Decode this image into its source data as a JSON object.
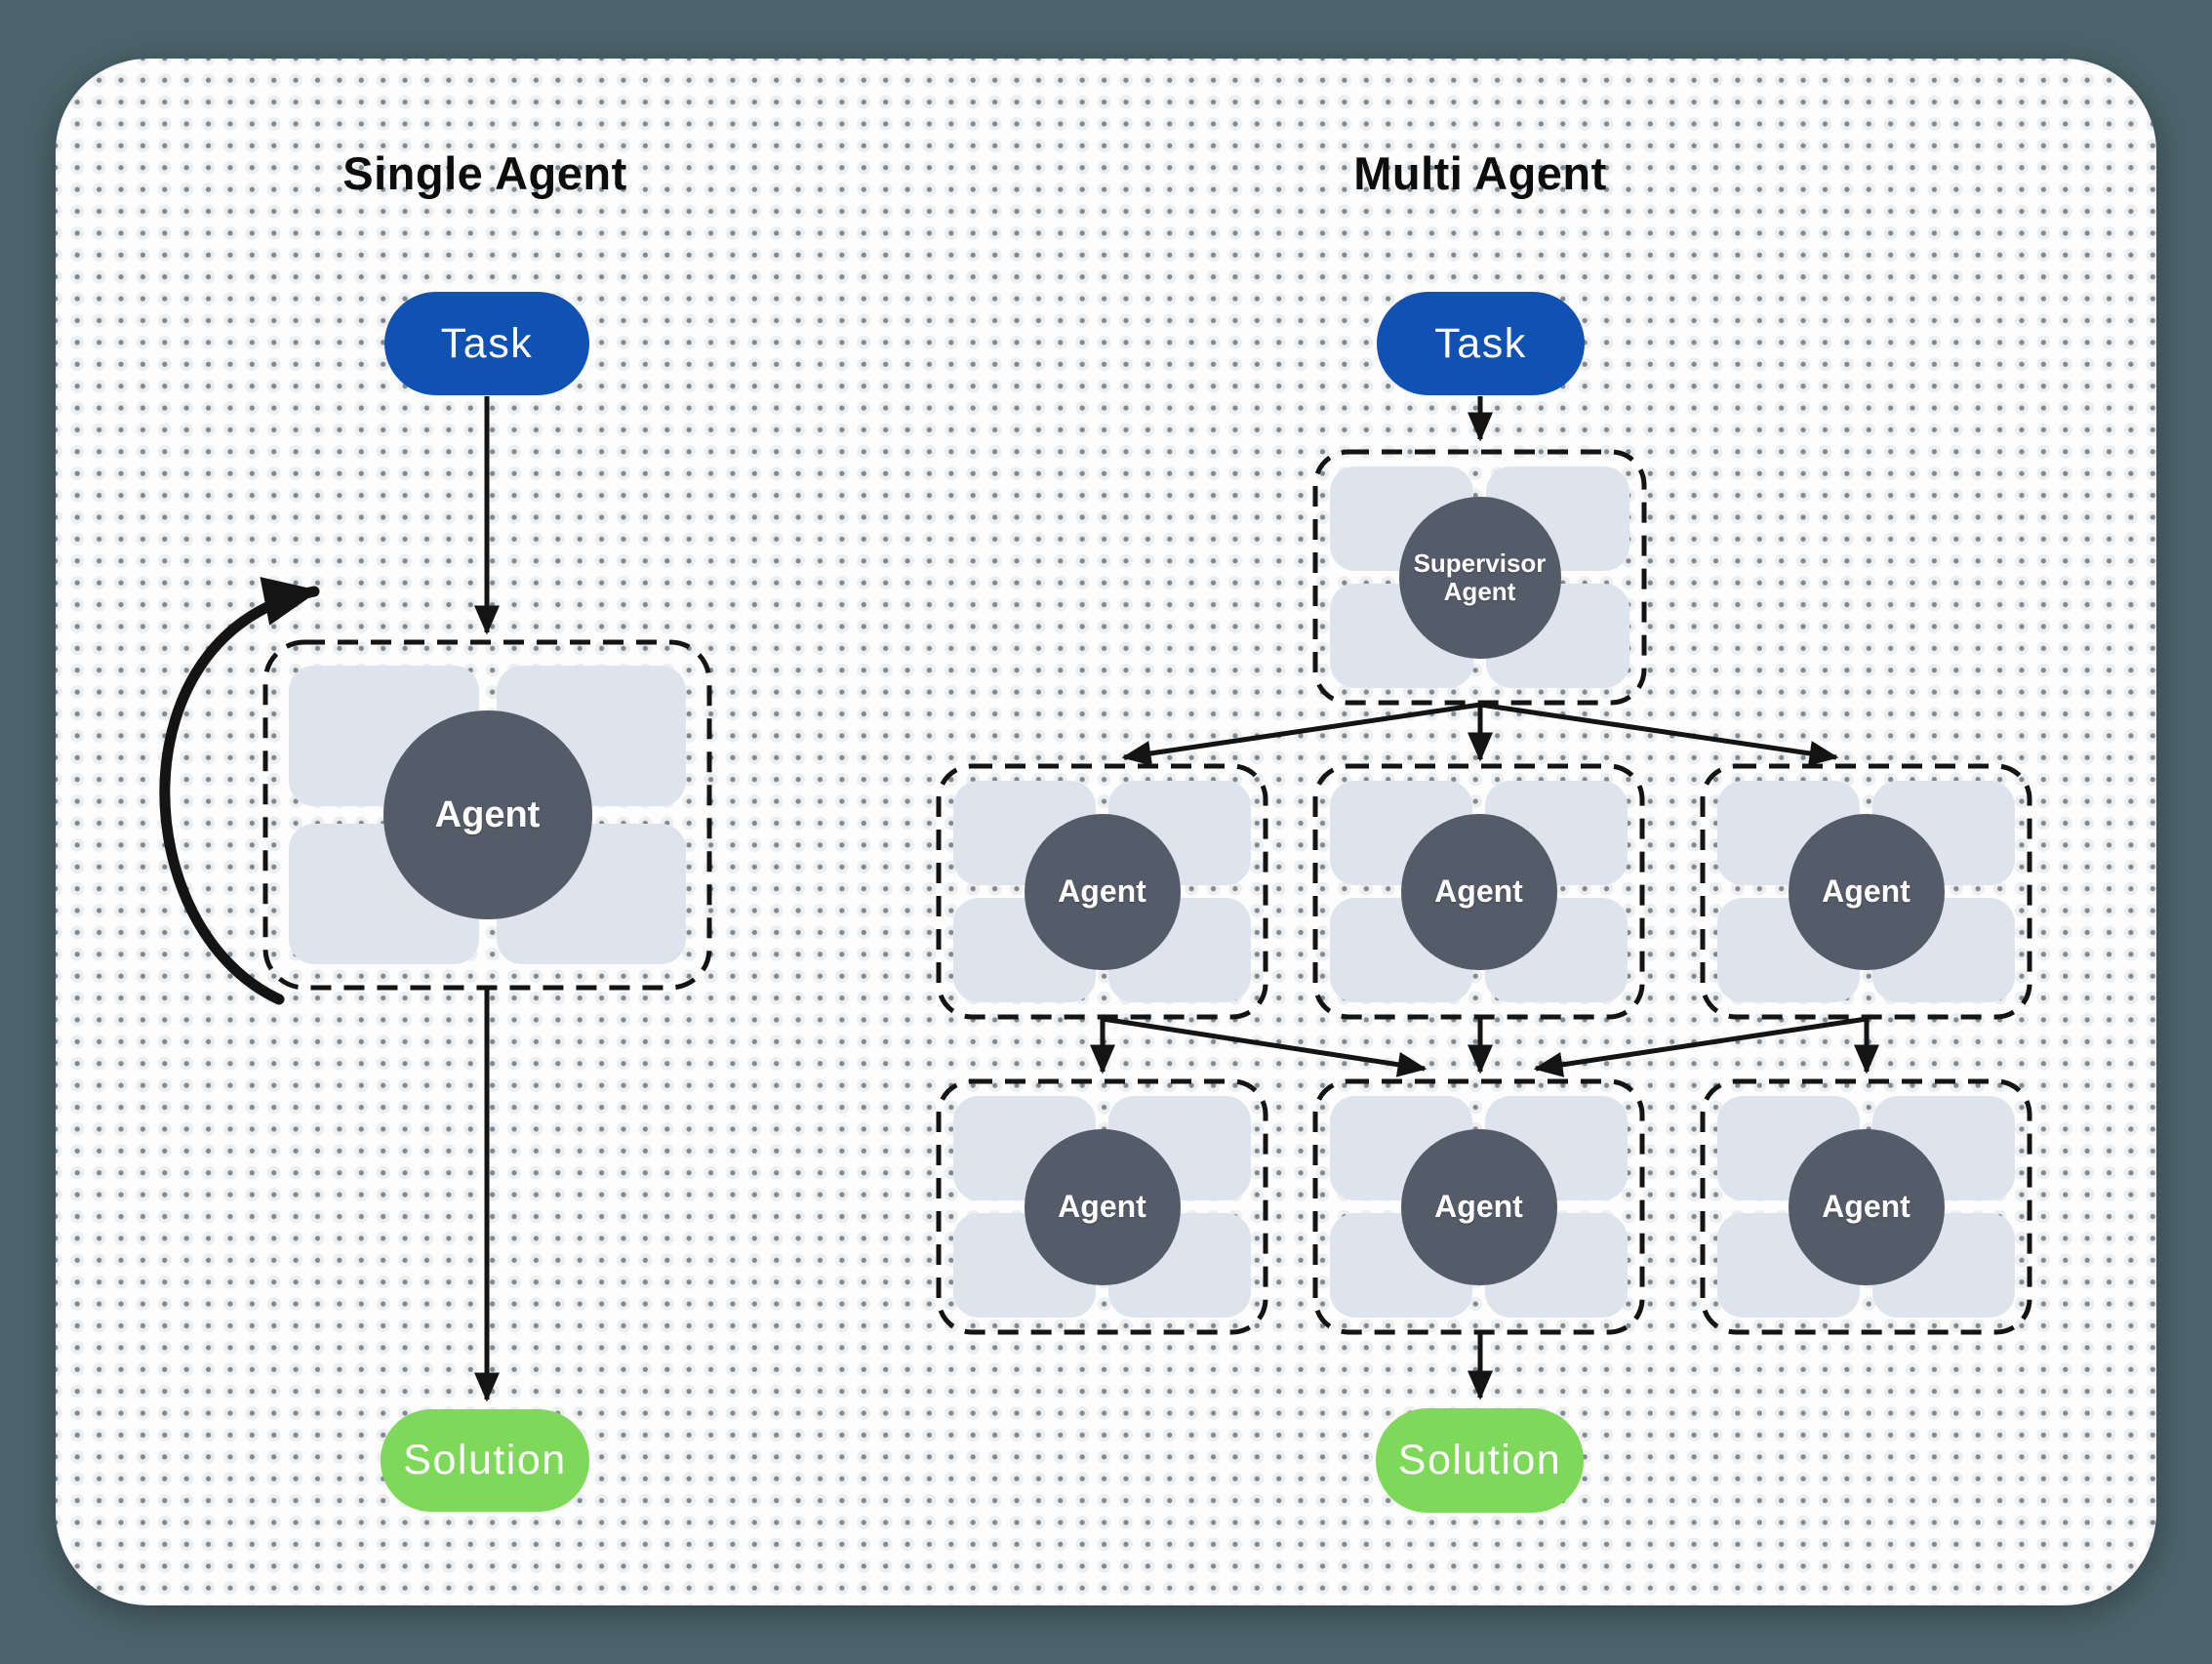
{
  "titles": {
    "single": "Single Agent",
    "multi": "Multi Agent"
  },
  "nodes": {
    "task_left": "Task",
    "task_right": "Task",
    "solution_left": "Solution",
    "solution_right": "Solution",
    "agent_single": "Agent",
    "supervisor_line1": "Supervisor",
    "supervisor_line2": "Agent",
    "agents_row1": [
      "Agent",
      "Agent",
      "Agent"
    ],
    "agents_row2": [
      "Agent",
      "Agent",
      "Agent"
    ]
  },
  "colors": {
    "outer_bg": "#4c646c",
    "card_bg": "#fdfdfd",
    "task_fill": "#0f52b4",
    "solution_fill": "#7ed859",
    "agent_circle": "#555c69",
    "quad_rect": "#dee4ed",
    "line": "#141414",
    "text_light": "#ffffff",
    "title_text": "#0d0d0d"
  }
}
